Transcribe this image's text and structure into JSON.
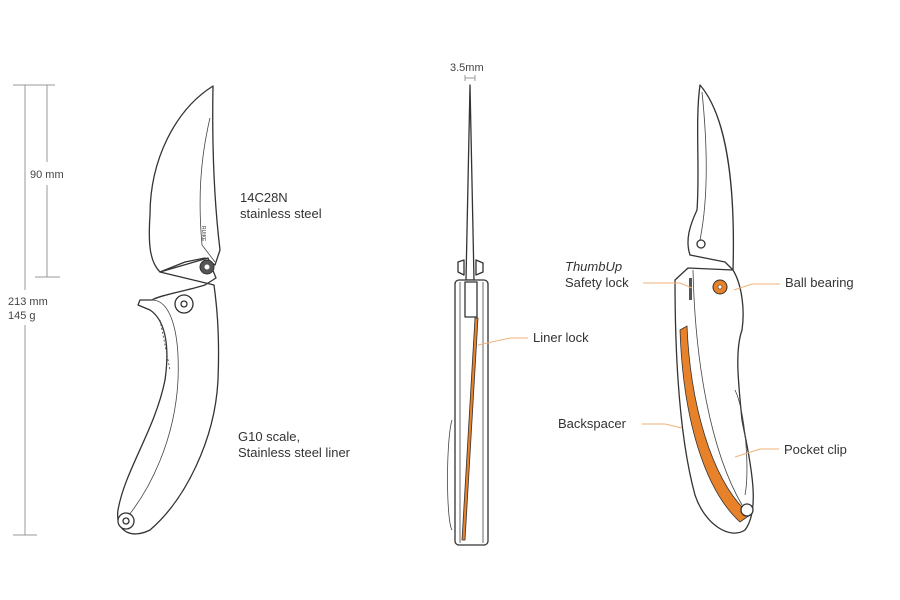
{
  "dimensions": {
    "blade_length": "90 mm",
    "overall_length": "213 mm",
    "weight": "145 g",
    "thickness": "3.5mm"
  },
  "labels": {
    "blade_steel_line1": "14C28N",
    "blade_steel_line2": "stainless steel",
    "handle_line1": "G10 scale,",
    "handle_line2": "Stainless steel liner",
    "liner_lock": "Liner lock",
    "thumbup": "ThumbUp",
    "safety_lock": "Safety lock",
    "ball_bearing": "Ball bearing",
    "backspacer": "Backspacer",
    "pocket_clip": "Pocket clip"
  },
  "logo": "RUIKE",
  "colors": {
    "accent": "#e8822a",
    "leader": "#f0b27a",
    "line": "#333333"
  }
}
